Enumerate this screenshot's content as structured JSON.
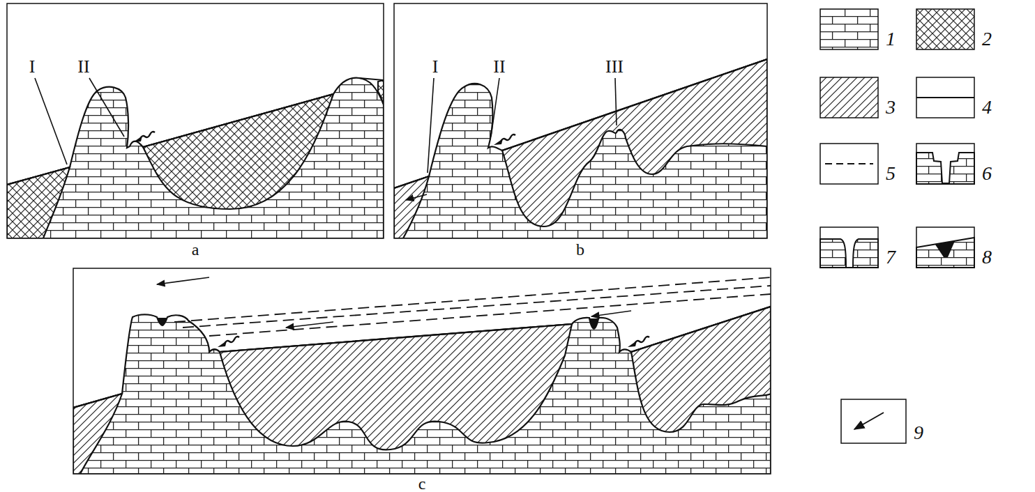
{
  "diagram": {
    "labels": [
      "I",
      "II",
      "a",
      "I",
      "II",
      "III",
      "b",
      "c"
    ],
    "legend": [
      {
        "text": "1"
      },
      {
        "text": "2"
      },
      {
        "text": "3"
      },
      {
        "text": "4"
      },
      {
        "text": "5"
      },
      {
        "text": "6"
      },
      {
        "text": "7"
      },
      {
        "text": "8"
      },
      {
        "text": "9"
      }
    ]
  }
}
